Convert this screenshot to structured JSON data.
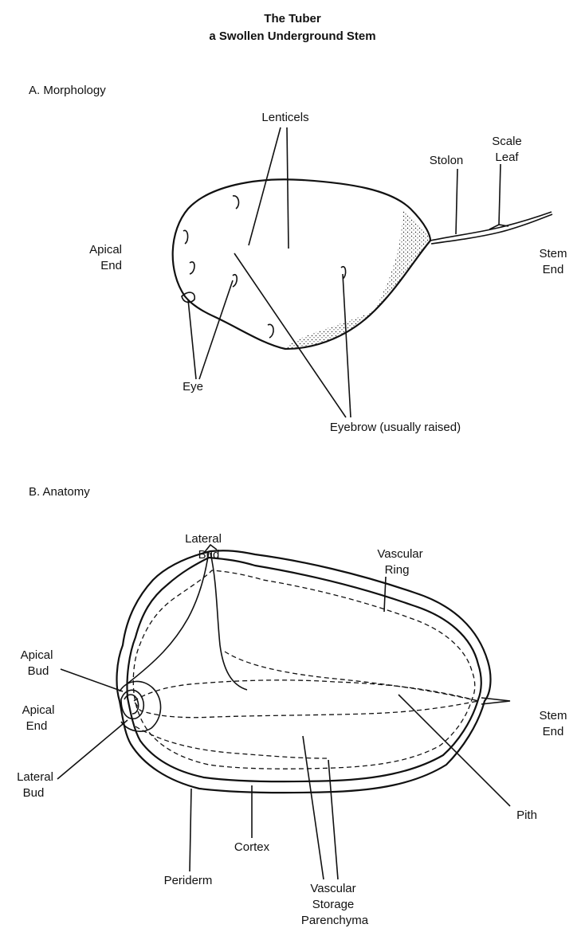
{
  "title": {
    "line1": "The Tuber",
    "line2": "a Swollen Underground Stem"
  },
  "morphology": {
    "heading": "A.  Morphology",
    "labels": {
      "lenticels": "Lenticels",
      "scale_leaf_1": "Scale",
      "scale_leaf_2": "Leaf",
      "stolon": "Stolon",
      "apical_end_1": "Apical",
      "apical_end_2": "End",
      "stem_end_1": "Stem",
      "stem_end_2": "End",
      "eye": "Eye",
      "eyebrow": "Eyebrow (usually raised)"
    }
  },
  "anatomy": {
    "heading": "B.  Anatomy",
    "labels": {
      "lateral_bud_top_1": "Lateral",
      "lateral_bud_top_2": "Bud",
      "vascular_ring_1": "Vascular",
      "vascular_ring_2": "Ring",
      "apical_bud_1": "Apical",
      "apical_bud_2": "Bud",
      "apical_end_1": "Apical",
      "apical_end_2": "End",
      "stem_end_1": "Stem",
      "stem_end_2": "End",
      "lateral_bud_bottom_1": "Lateral",
      "lateral_bud_bottom_2": "Bud",
      "pith": "Pith",
      "cortex": "Cortex",
      "periderm": "Periderm",
      "vsp_1": "Vascular",
      "vsp_2": "Storage",
      "vsp_3": "Parenchyma"
    }
  }
}
